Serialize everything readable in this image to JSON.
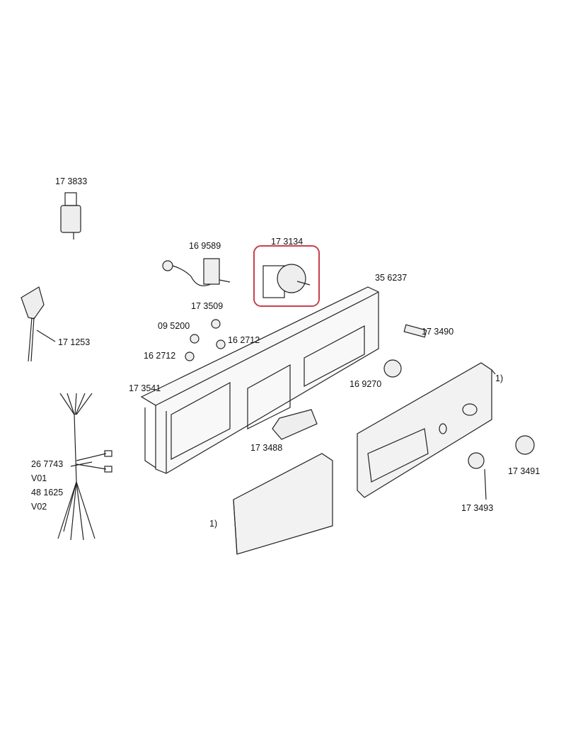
{
  "highlight_color": "#c8404a",
  "parts": {
    "p173833": "17 3833",
    "p171253": "17 1253",
    "p169589": "16 9589",
    "p173134": "17 3134",
    "p356237": "35 6237",
    "p173509": "17 3509",
    "p095200": "09 5200",
    "p162712a": "16 2712",
    "p162712b": "16 2712",
    "p173490": "17 3490",
    "p169270": "16 9270",
    "note_right": "1)",
    "p173541": "17 3541",
    "p173488": "17 3488",
    "p267743": "26 7743",
    "v01": "V01",
    "p481625": "48 1625",
    "v02": "V02",
    "note_left": "1)",
    "p173491": "17 3491",
    "p173493": "17 3493"
  }
}
